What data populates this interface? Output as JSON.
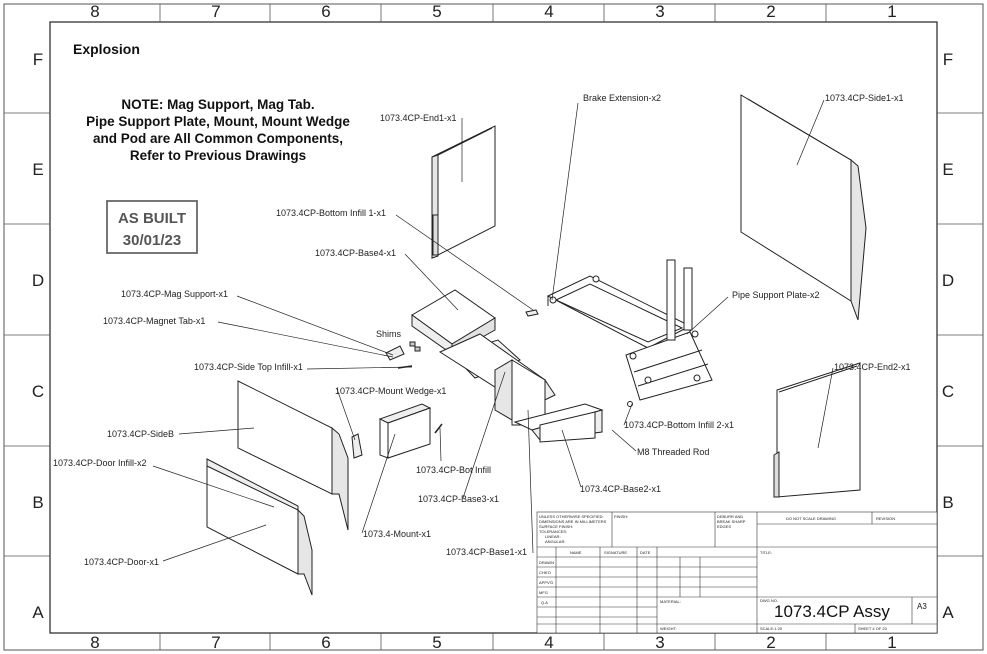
{
  "sheet": {
    "view_title": "Explosion",
    "note_lines": [
      "NOTE: Mag Support, Mag Tab.",
      "Pipe Support Plate, Mount, Mount Wedge",
      "and Pod are All Common Components,",
      "Refer to Previous Drawings"
    ],
    "stamp": {
      "line1": "AS BUILT",
      "line2": "30/01/23"
    },
    "zone_columns": [
      "8",
      "7",
      "6",
      "5",
      "4",
      "3",
      "2",
      "1"
    ],
    "zone_rows": [
      "F",
      "E",
      "D",
      "C",
      "B",
      "A"
    ]
  },
  "callouts": {
    "brake_extension": "Brake Extension-x2",
    "side1": "1073.4CP-Side1-x1",
    "end1": "1073.4CP-End1-x1",
    "bottom_infill_1": "1073.4CP-Bottom Infill 1-x1",
    "base4": "1073.4CP-Base4-x1",
    "mag_support": "1073.4CP-Mag Support-x1",
    "magnet_tab": "1073.4CP-Magnet Tab-x1",
    "shims": "Shims",
    "pipe_support_plate": "Pipe Support Plate-x2",
    "side_top_infill": "1073.4CP-Side Top Infill-x1",
    "mount_wedge": "1073.4CP-Mount Wedge-x1",
    "end2": "1073.4CP-End2-x1",
    "bottom_infill_2": "1073.4CP-Bottom Infill 2-x1",
    "sideb": "1073.4CP-SideB",
    "m8_rod": "M8 Threaded Rod",
    "door_infill": "1073.4CP-Door Infill-x2",
    "bot_infill": "1073.4CP-Bot Infill",
    "base2": "1073.4CP-Base2-x1",
    "base3": "1073.4CP-Base3-x1",
    "mount": "1073.4-Mount-x1",
    "door": "1073.4CP-Door-x1",
    "base1": "1073.4CP-Base1-x1"
  },
  "title_block": {
    "tolerance_lines": [
      "UNLESS OTHERWISE SPECIFIED:",
      "DIMENSIONS ARE IN MILLIMETERS",
      "SURFACE FINISH:",
      "TOLERANCES:",
      "LINEAR:",
      "ANGULAR:"
    ],
    "finish_label": "FINISH:",
    "deburr_lines": [
      "DEBURR AND",
      "BREAK SHARP",
      "EDGES"
    ],
    "do_not_scale": "DO NOT SCALE DRAWING",
    "revision_label": "REVISION",
    "header_name": "NAME",
    "header_signature": "SIGNATURE",
    "header_date": "DATE",
    "rows": [
      "DRAWN",
      "CHK'D",
      "APPV'D",
      "MFG",
      "Q.A"
    ],
    "title_label": "TITLE:",
    "material_label": "MATERIAL:",
    "dwg_no_label": "DWG NO.",
    "dwg_no": "1073.4CP Assy",
    "size": "A3",
    "weight_label": "WEIGHT:",
    "scale": "SCALE:1:20",
    "sheet": "SHEET 4 OF 20"
  }
}
